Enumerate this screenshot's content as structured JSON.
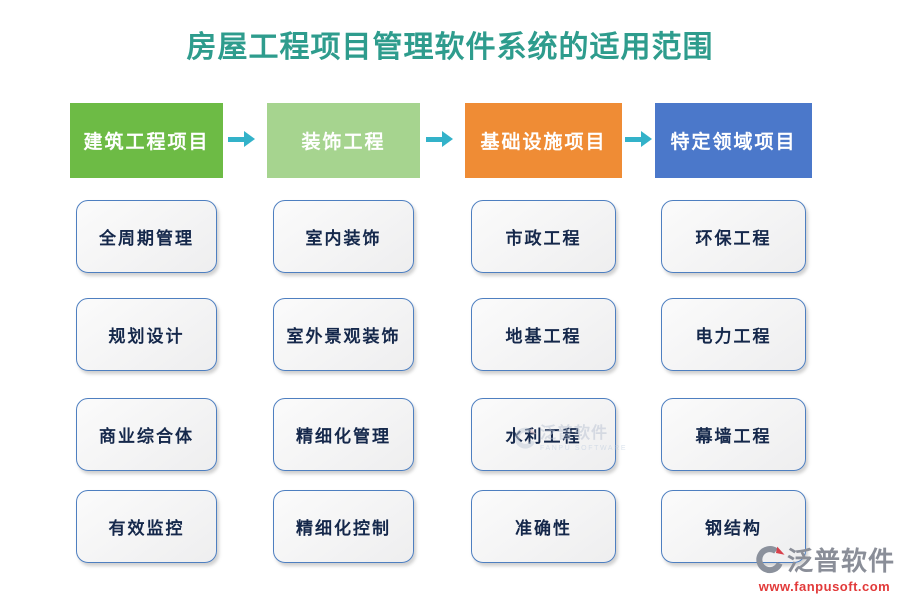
{
  "title": "房屋工程项目管理软件系统的适用范围",
  "colors": {
    "title": "#2e9c8d",
    "arrow": "#33b2c9",
    "box_border": "#4e7fc0",
    "box_text": "#15284b",
    "footer_brand": "#8a8e98",
    "footer_url": "#e23a3a"
  },
  "columns": [
    {
      "header": "建筑工程项目",
      "color": "#6dbb45",
      "items": [
        "全周期管理",
        "规划设计",
        "商业综合体",
        "有效监控"
      ]
    },
    {
      "header": "装饰工程",
      "color": "#a6d48f",
      "items": [
        "室内装饰",
        "室外景观装饰",
        "精细化管理",
        "精细化控制"
      ]
    },
    {
      "header": "基础设施项目",
      "color": "#ef8c35",
      "items": [
        "市政工程",
        "地基工程",
        "水利工程",
        "准确性"
      ]
    },
    {
      "header": "特定领域项目",
      "color": "#4b78ca",
      "items": [
        "环保工程",
        "电力工程",
        "幕墙工程",
        "钢结构"
      ]
    }
  ],
  "center_watermark": {
    "brand": "泛普软件",
    "subtitle": "FANPU SOFTWARE"
  },
  "footer": {
    "brand": "泛普软件",
    "url": "www.fanpusoft.com"
  }
}
